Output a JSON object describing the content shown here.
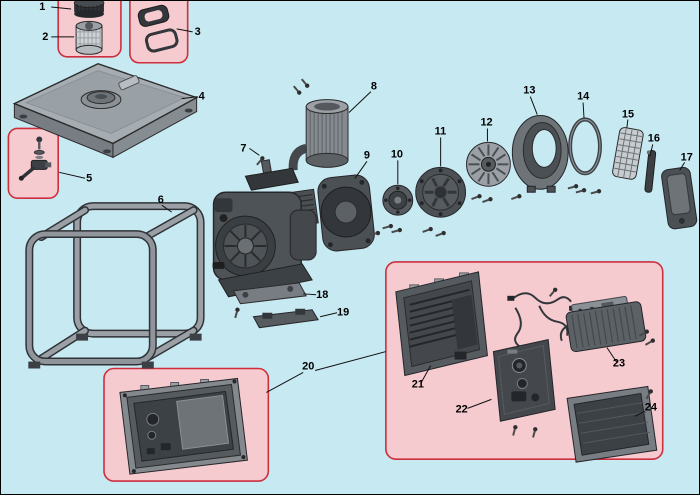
{
  "diagram": {
    "background_color": "#c7e9f2",
    "callout_fill": "#f5cbd0",
    "callout_border": "#ce2f3d",
    "line_color": "#111111",
    "parts": [
      "1",
      "2",
      "3",
      "4",
      "5",
      "6",
      "7",
      "8",
      "9",
      "10",
      "11",
      "12",
      "13",
      "14",
      "15",
      "16",
      "17",
      "18",
      "19",
      "20",
      "21",
      "22",
      "23",
      "24"
    ]
  }
}
